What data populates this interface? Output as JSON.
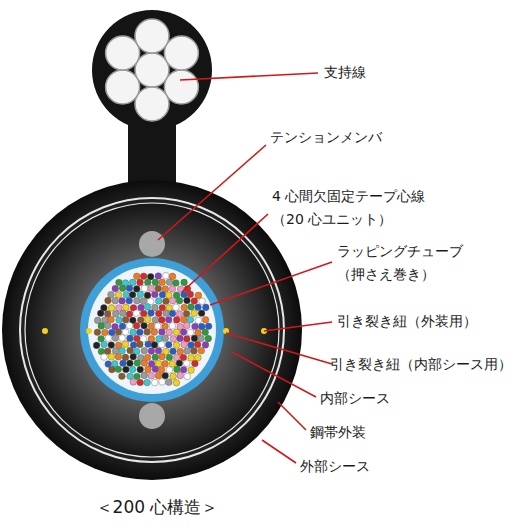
{
  "diagram": {
    "caption": "＜200 心構造＞",
    "labels": [
      "支持線",
      "テンションメンバ",
      "4 心間欠固定テープ心線 （20 心ユニット）",
      "ラッピングチューブ （押さえ巻き）",
      "引き裂き紐（外装用）",
      "引き裂き紐（内部シース用）",
      "内部シース",
      "鋼帯外装",
      "外部シース"
    ]
  }
}
